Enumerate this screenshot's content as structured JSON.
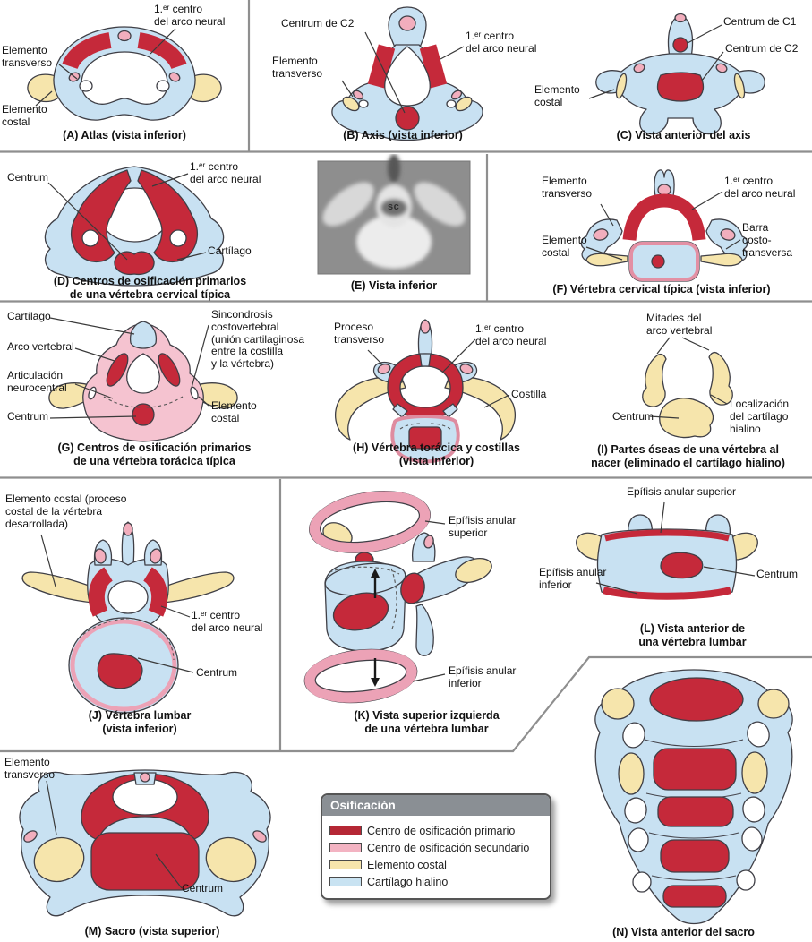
{
  "palette": {
    "primary_red": "#C5293A",
    "secondary_pink": "#F2AEBD",
    "costal_yellow": "#F6E5AC",
    "cartilage_blue": "#C8E1F2"
  },
  "legend": {
    "title": "Osificación",
    "items": [
      {
        "label": "Centro de osificación primario",
        "color": "#B52735"
      },
      {
        "label": "Centro de osificación secundario",
        "color": "#F3B3C2"
      },
      {
        "label": "Elemento costal",
        "color": "#F6E5AC"
      },
      {
        "label": "Cartílago hialino",
        "color": "#C9E3F2"
      }
    ]
  },
  "panels": {
    "a": {
      "caption": "(A) Atlas (vista inferior)",
      "labels": [
        "1.ᵉʳ centro\ndel arco neural",
        "Elemento\ntransverso",
        "Elemento\ncostal"
      ]
    },
    "b": {
      "caption": "(B) Axis (vista inferior)",
      "labels": [
        "Centrum de C2",
        "1.ᵉʳ centro\ndel arco neural",
        "Elemento\ntransverso"
      ]
    },
    "c": {
      "caption": "(C) Vista anterior del axis",
      "labels": [
        "Centrum de C1",
        "Centrum de C2",
        "Elemento\ncostal"
      ]
    },
    "d": {
      "caption": "(D) Centros de osificación primarios\nde una vértebra cervical típica",
      "labels": [
        "Centrum",
        "1.ᵉʳ centro\ndel arco neural",
        "Cartílago"
      ]
    },
    "e": {
      "caption": "(E) Vista inferior",
      "labels": [
        "sc"
      ]
    },
    "f": {
      "caption": "(F) Vértebra cervical típica (vista inferior)",
      "labels": [
        "Elemento\ntransverso",
        "1.ᵉʳ centro\ndel arco neural",
        "Elemento\ncostal",
        "Barra\ncosto-\ntransversa"
      ]
    },
    "g": {
      "caption": "(G) Centros de osificación primarios\nde una vértebra torácica típica",
      "labels": [
        "Cartílago",
        "Arco vertebral",
        "Articulación\nneurocentral",
        "Centrum",
        "Sincondrosis\ncostovertebral\n(unión cartilaginosa\nentre la costilla\ny la vértebra)",
        "Elemento\ncostal"
      ]
    },
    "h": {
      "caption": "(H) Vértebra torácica y costillas\n(vista inferior)",
      "labels": [
        "Proceso\ntransverso",
        "1.ᵉʳ centro\ndel arco neural",
        "Costilla"
      ]
    },
    "i": {
      "caption": "(I) Partes óseas de una vértebra al\nnacer (eliminado el cartílago hialino)",
      "labels": [
        "Mitades del\narco vertebral",
        "Centrum",
        "Localización\ndel cartílago\nhialino"
      ]
    },
    "j": {
      "caption": "(J) Vértebra lumbar\n(vista inferior)",
      "labels": [
        "Elemento costal (proceso\ncostal de la vértebra\ndesarrollada)",
        "1.ᵉʳ centro\ndel arco neural",
        "Centrum"
      ]
    },
    "k": {
      "caption": "(K) Vista superior izquierda\nde una vértebra lumbar",
      "labels": [
        "Epífisis anular\nsuperior",
        "Epífisis anular\ninferior"
      ]
    },
    "l": {
      "caption": "(L) Vista anterior de\nuna vértebra lumbar",
      "labels": [
        "Epífisis anular superior",
        "Epífisis anular\ninferior",
        "Centrum"
      ]
    },
    "m": {
      "caption": "(M) Sacro (vista superior)",
      "labels": [
        "Elemento\ntransverso",
        "Centrum"
      ]
    },
    "n": {
      "caption": "(N) Vista anterior del sacro",
      "labels": []
    }
  }
}
